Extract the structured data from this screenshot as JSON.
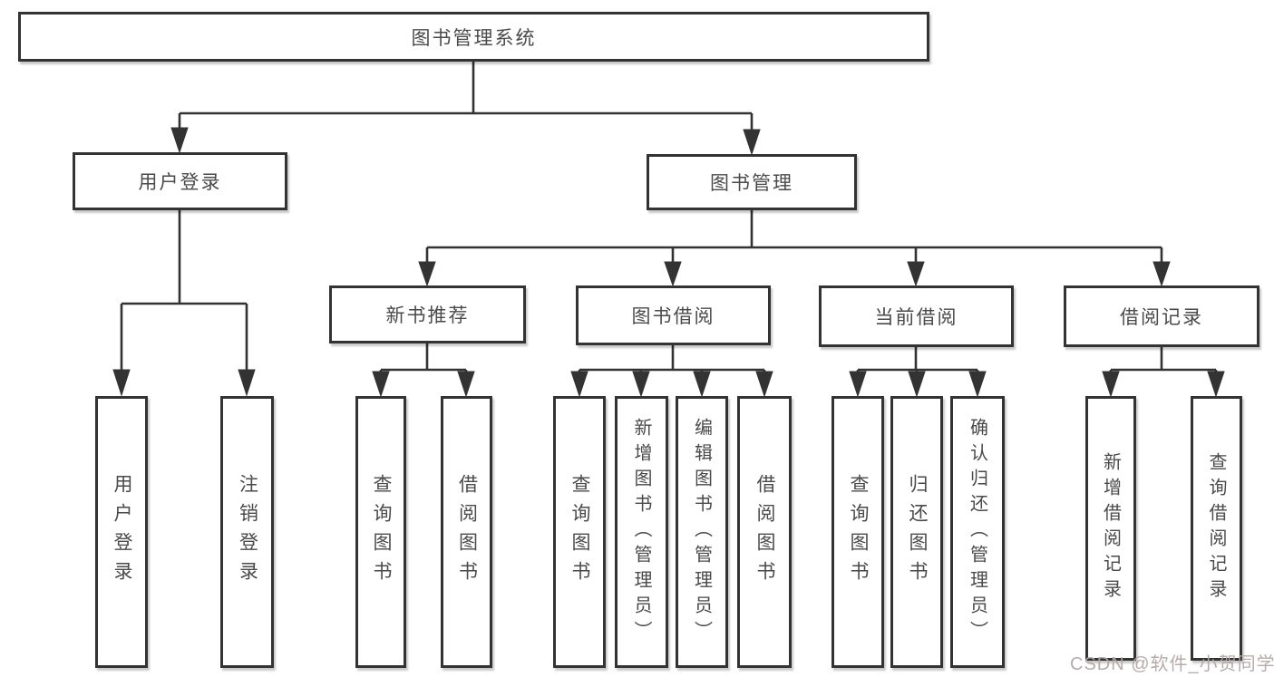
{
  "tree": {
    "label": "图书管理系统",
    "children": [
      {
        "label": "用户登录",
        "children": [
          {
            "label": "用户登录"
          },
          {
            "label": "注销登录"
          }
        ]
      },
      {
        "label": "图书管理",
        "children": [
          {
            "label": "新书推荐",
            "children": [
              {
                "label": "查询图书"
              },
              {
                "label": "借阅图书"
              }
            ]
          },
          {
            "label": "图书借阅",
            "children": [
              {
                "label": "查询图书"
              },
              {
                "label": "新增图书（管理员）"
              },
              {
                "label": "编辑图书（管理员）"
              },
              {
                "label": "借阅图书"
              }
            ]
          },
          {
            "label": "当前借阅",
            "children": [
              {
                "label": "查询图书"
              },
              {
                "label": "归还图书"
              },
              {
                "label": "确认归还（管理员）"
              }
            ]
          },
          {
            "label": "借阅记录",
            "children": [
              {
                "label": "新增借阅记录"
              },
              {
                "label": "查询借阅记录"
              }
            ]
          }
        ]
      }
    ]
  },
  "watermark": {
    "text": "CSDN @软件_小贺同学"
  },
  "colors": {
    "line": "#333333",
    "text": "#4a4a4a",
    "background": "#ffffff",
    "watermark": "#b2a8a8"
  }
}
